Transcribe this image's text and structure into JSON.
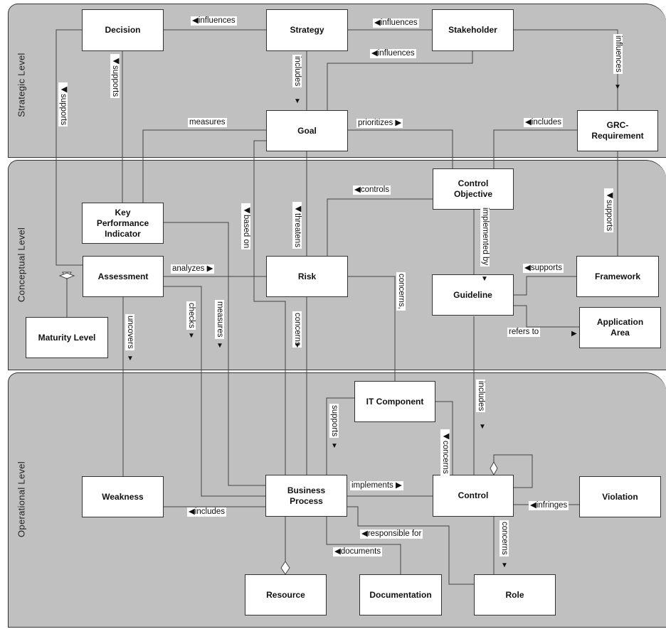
{
  "levels": {
    "strategic": "Strategic Level",
    "conceptual": "Conceptual Level",
    "operational": "Operational Level"
  },
  "nodes": {
    "decision": "Decision",
    "strategy": "Strategy",
    "stakeholder": "Stakeholder",
    "goal": "Goal",
    "grc_requirement": "GRC-Requirement",
    "control_objective": "Control Objective",
    "kpi": "Key Performance Indicator",
    "assessment": "Assessment",
    "risk": "Risk",
    "guideline": "Guideline",
    "framework": "Framework",
    "maturity_level": "Maturity Level",
    "application_area": "Application Area",
    "it_component": "IT Component",
    "weakness": "Weakness",
    "business_process": "Business Process",
    "control": "Control",
    "violation": "Violation",
    "resource": "Resource",
    "documentation": "Documentation",
    "role": "Role"
  },
  "edges": {
    "strategy_decision": "◀influences",
    "stakeholder_strategy": "◀influences",
    "stakeholder_goal": "◀influences",
    "stakeholder_grc": "influences",
    "decision_kpi": "◀supports",
    "decision_assessment": "◀supports",
    "strategy_goal": "includes",
    "kpi_goal": "measures",
    "goal_control_objective": "prioritizes ▶",
    "grc_control_objective": "◀includes",
    "control_objective_risk": "◀controls",
    "control_objective_guideline": "implemented by",
    "framework_grc": "◀supports",
    "framework_guideline": "◀supports",
    "guideline_application_area": "refers to",
    "goal_assessment": "◀based on",
    "risk_goal": "◀threatens",
    "assessment_risk": "analyzes ▶",
    "risk_it_component": "concerns,",
    "risk_business_process": "concerns",
    "assessment_weakness": "uncovers",
    "assessment_business_process": "checks",
    "kpi_business_process": "measures",
    "guideline_control": "includes",
    "it_component_business_process": "supports",
    "control_it_component": "◀concerns",
    "business_process_control": "implements ▶",
    "violation_control": "◀infringes",
    "control_role": "concerns",
    "business_process_weakness": "◀includes",
    "role_business_process": "◀responsible for",
    "documentation_business_process": "◀documents"
  }
}
